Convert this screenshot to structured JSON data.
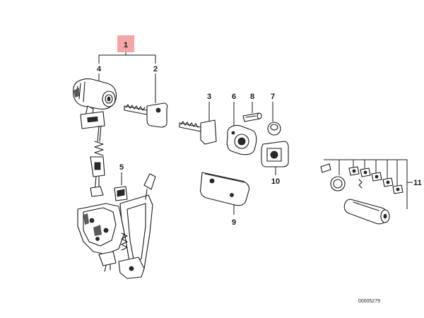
{
  "callouts": {
    "c1": "1",
    "c2": "2",
    "c3": "3",
    "c4": "4",
    "c5": "5",
    "c6": "6",
    "c7": "7",
    "c8": "8",
    "c9": "9",
    "c10": "10",
    "c11": "11"
  },
  "highlight_color": "#f4a6a6",
  "diagram_code": "00005279",
  "icons": {
    "lock_cylinder_housing": "door-lock-cylinder-icon",
    "key": "key-icon",
    "latch_mechanism": "door-latch-icon"
  }
}
